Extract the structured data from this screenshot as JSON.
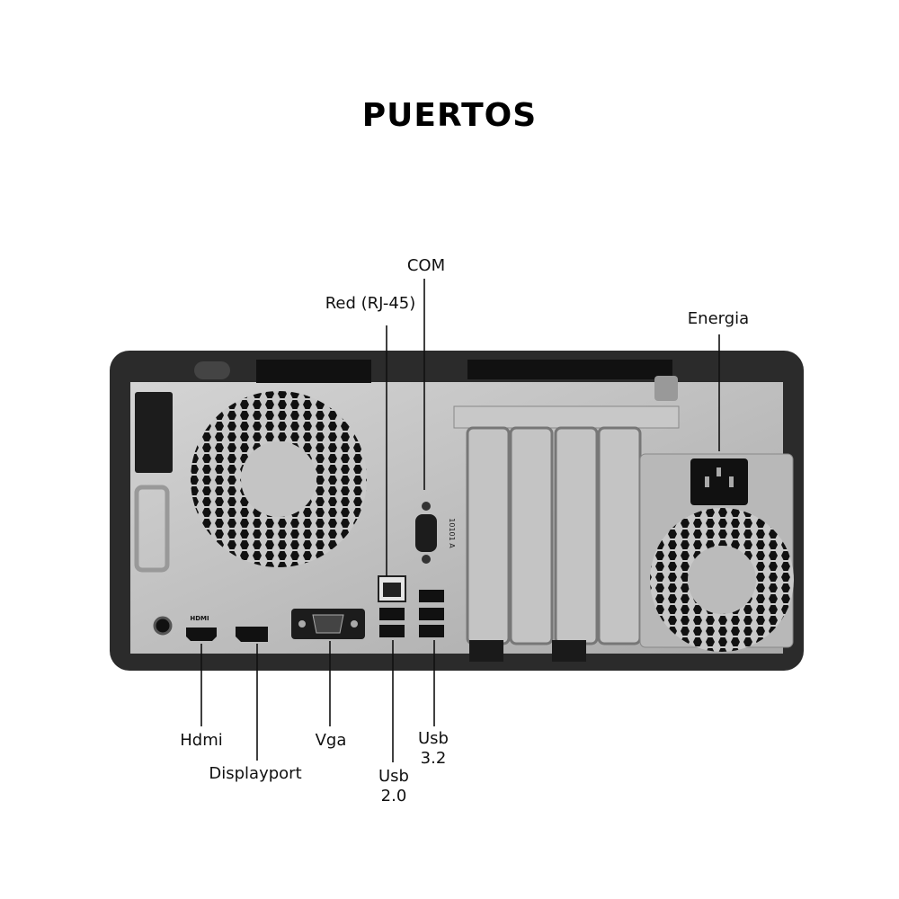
{
  "title": "PUERTOS",
  "labels": {
    "com": "COM",
    "red": "Red (RJ-45)",
    "energia": "Energia",
    "hdmi": "Hdmi",
    "displayport": "Displayport",
    "vga": "Vga",
    "usb20": [
      "Usb",
      "2.0"
    ],
    "usb32": [
      "Usb",
      "3.2"
    ]
  },
  "port_markings": {
    "hdmi": "HDMI",
    "serial": "10101 A"
  },
  "colors": {
    "chassis": "#2b2b2b",
    "panel": "#bdbdbd",
    "leader_line": "#111111"
  }
}
